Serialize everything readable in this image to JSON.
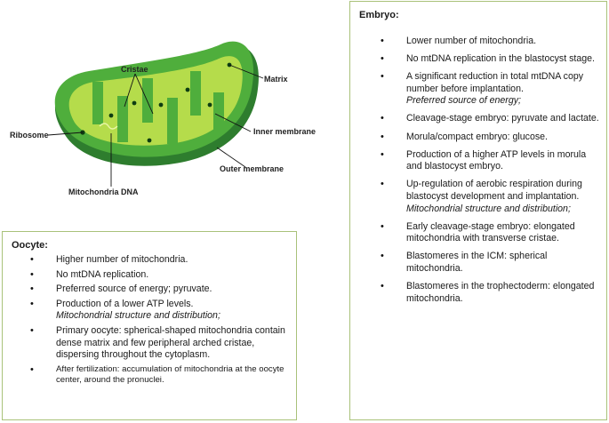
{
  "diagram": {
    "labels": {
      "cristae": "Cristae",
      "matrix": "Matrix",
      "ribosome": "Ribosome",
      "inner_membrane": "Inner membrane",
      "outer_membrane": "Outer membrane",
      "mtdna": "Mitochondria DNA"
    },
    "colors": {
      "outer": "#2e7d2e",
      "shell": "#4fae3c",
      "inner": "#b5dc4b",
      "dot": "#0e3d12"
    }
  },
  "oocyte": {
    "title": "Oocyte:",
    "items": [
      {
        "text": "Higher number of mitochondria.",
        "kind": "bullet"
      },
      {
        "text": "No mtDNA replication.",
        "kind": "bullet"
      },
      {
        "text": "Preferred source of energy; pyruvate.",
        "kind": "bullet"
      },
      {
        "text": "Production of a lower ATP levels.",
        "kind": "bullet"
      },
      {
        "text": "Mitochondrial structure and distribution;",
        "kind": "note"
      },
      {
        "text": "Primary oocyte: spherical-shaped mitochondria contain dense matrix and few peripheral arched cristae, dispersing throughout the cytoplasm.",
        "kind": "bullet"
      },
      {
        "text": "After fertilization: accumulation of mitochondria at the oocyte center, around the pronuclei.",
        "kind": "bullet small"
      }
    ]
  },
  "embryo": {
    "title": "Embryo:",
    "items": [
      {
        "text": "Lower number of mitochondria.",
        "kind": "bullet"
      },
      {
        "text": "No mtDNA replication in the blastocyst stage.",
        "kind": "bullet"
      },
      {
        "text": "A significant reduction in total mtDNA copy number before implantation.",
        "kind": "bullet"
      },
      {
        "text": "Preferred source of energy;",
        "kind": "note"
      },
      {
        "text": "Cleavage-stage embryo: pyruvate and lactate.",
        "kind": "bullet"
      },
      {
        "text": "Morula/compact embryo: glucose.",
        "kind": "bullet"
      },
      {
        "text": "Production of a higher ATP levels in morula and blastocyst embryo.",
        "kind": "bullet"
      },
      {
        "text": "Up-regulation of aerobic respiration during blastocyst development and implantation.",
        "kind": "bullet"
      },
      {
        "text": "Mitochondrial structure and distribution;",
        "kind": "note"
      },
      {
        "text": "Early cleavage-stage embryo: elongated mitochondria with transverse cristae.",
        "kind": "bullet"
      },
      {
        "text": "Blastomeres in the ICM: spherical mitochondria.",
        "kind": "bullet"
      },
      {
        "text": "Blastomeres in the trophectoderm: elongated mitochondria.",
        "kind": "bullet"
      }
    ]
  }
}
